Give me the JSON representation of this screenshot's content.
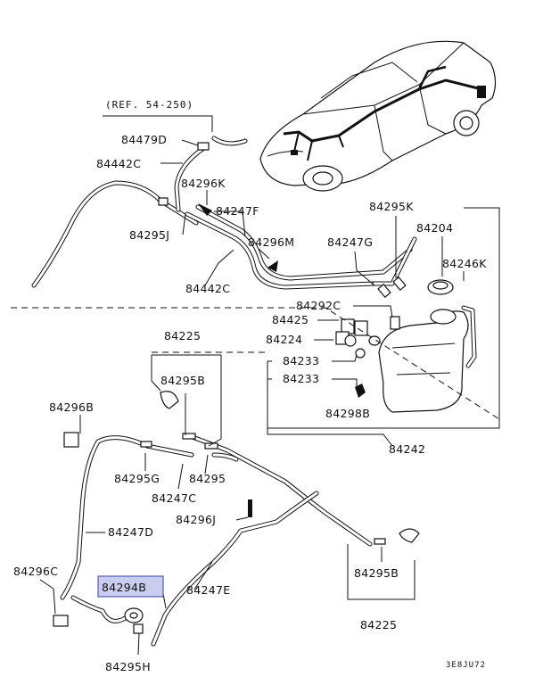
{
  "diagram": {
    "reference": "(REF. 54-250)",
    "code": "3E8JU72",
    "highlighted_part": "84294B"
  },
  "labels": {
    "p84479D": "84479D",
    "p84442C_top": "84442C",
    "p84296K": "84296K",
    "p84247F": "84247F",
    "p84295J": "84295J",
    "p84296M": "84296M",
    "p84442C_mid": "84442C",
    "p84247G": "84247G",
    "p84295K": "84295K",
    "p84204": "84204",
    "p84246K": "84246K",
    "p84292C": "84292C",
    "p84425": "84425",
    "p84224": "84224",
    "p84225_top": "84225",
    "p84233_a": "84233",
    "p84233_b": "84233",
    "p84295B_top": "84295B",
    "p84298B": "84298B",
    "p84296B": "84296B",
    "p84242": "84242",
    "p84295G": "84295G",
    "p84295": "84295",
    "p84247C": "84247C",
    "p84296J": "84296J",
    "p84247D": "84247D",
    "p84296C": "84296C",
    "p84294B": "84294B",
    "p84247E": "84247E",
    "p84295B_bot": "84295B",
    "p84225_bot": "84225",
    "p84295H": "84295H"
  }
}
